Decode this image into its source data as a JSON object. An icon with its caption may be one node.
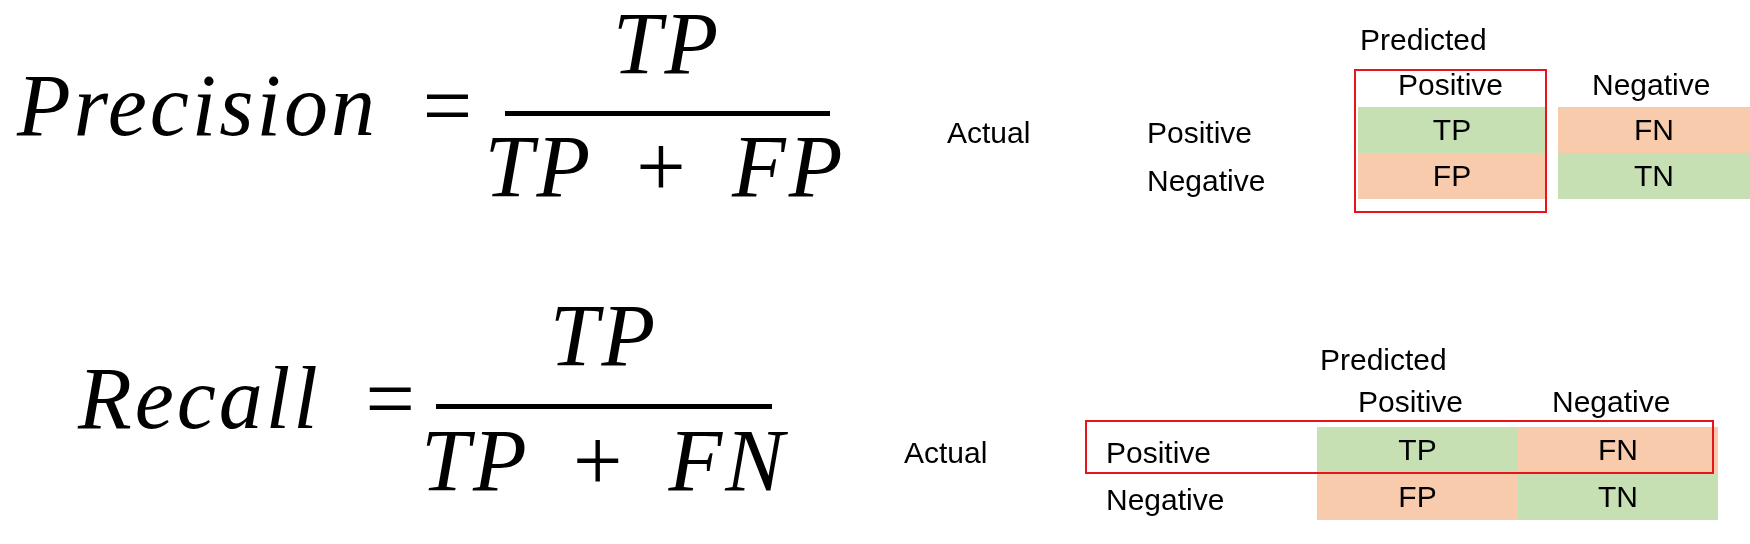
{
  "diagram": {
    "labels": [
      "Precision =",
      "TP",
      "TP + FP",
      "Predicted",
      "Positive",
      "Negative",
      "Actual",
      "Positive",
      "TP",
      "FN",
      "Negative",
      "FP",
      "TN",
      "Recall =",
      "TP",
      "TP + FN",
      "Predicted",
      "Positive",
      "Negative",
      "Actual",
      "Positive",
      "TP",
      "FN",
      "Negative",
      "FP",
      "TN"
    ]
  }
}
